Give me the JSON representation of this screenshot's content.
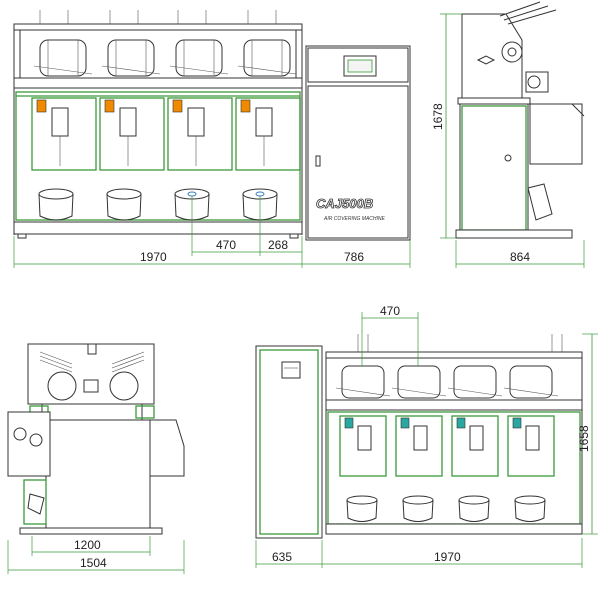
{
  "views": {
    "front": {
      "width_label": "1970",
      "cabinet_width_label": "786",
      "spacing_label": "470",
      "offset_label": "268",
      "brand_text": "CAJ500B",
      "brand_subtitle": "AIR COVERING MACHINE"
    },
    "side_right": {
      "height_label": "1678",
      "depth_label": "864"
    },
    "side_left": {
      "inner_label": "1200",
      "outer_label": "1504"
    },
    "rear": {
      "spacing_label": "470",
      "height_label": "1658",
      "cabinet_width_label": "635",
      "width_label": "1970"
    }
  },
  "colors": {
    "dimension": "#3a9a3a",
    "accent_orange": "#f08a00",
    "accent_teal": "#2aa7a0",
    "spindle_blue": "#3b7fc4"
  }
}
